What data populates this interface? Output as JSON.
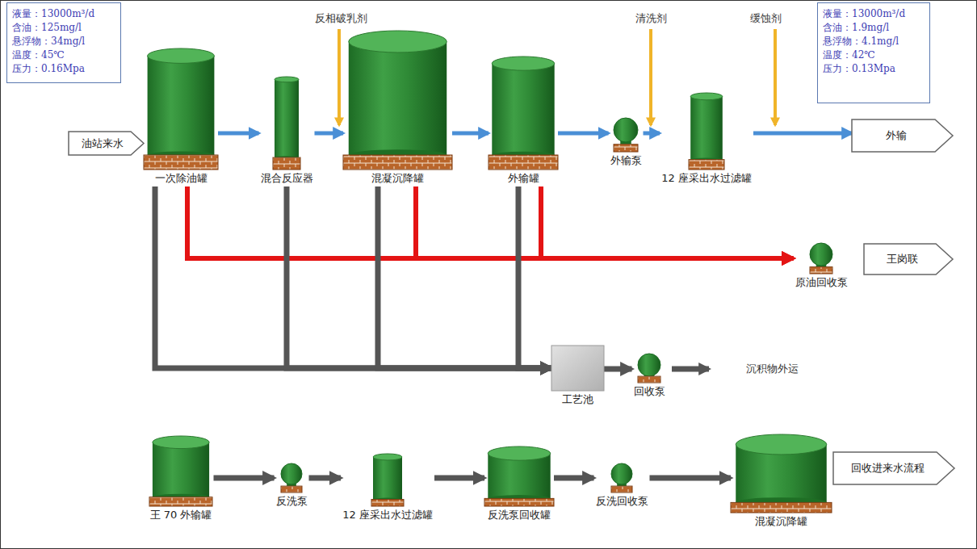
{
  "diagram": {
    "nodes": [
      {
        "text": [
          "液量：13000m³/d",
          "含油：125mg/l",
          "悬浮物：34mg/l",
          "温度：45℃",
          "压力：0.16Mpa"
        ]
      },
      {
        "text": [
          "油站来水"
        ]
      },
      {
        "text": [
          "一次除油罐"
        ]
      },
      {
        "text": [
          "混合反应器"
        ]
      },
      {
        "text": [
          "混凝沉降罐"
        ]
      },
      {
        "text": [
          "外输罐"
        ]
      },
      {
        "text": [
          "外输泵"
        ]
      },
      {
        "text": [
          "12 座采出水过滤罐"
        ]
      },
      {
        "text": [
          "液量：13000m³/d",
          "含油：1.9mg/l",
          "悬浮物：4.1mg/l",
          "温度：42℃",
          "压力：0.13Mpa"
        ]
      },
      {
        "text": [
          "外输"
        ]
      },
      {
        "text": [
          "原油回收泵"
        ]
      },
      {
        "text": [
          "王岗联"
        ]
      },
      {
        "text": [
          "工艺池"
        ]
      },
      {
        "text": [
          "回收泵"
        ]
      },
      {
        "text": [
          "王 70 外输罐"
        ]
      },
      {
        "text": [
          "反洗泵"
        ]
      },
      {
        "text": [
          "12 座采出水过滤罐"
        ]
      },
      {
        "text": [
          "反洗泵回收罐"
        ]
      },
      {
        "text": [
          "反洗回收泵"
        ]
      },
      {
        "text": [
          "混凝沉降罐"
        ]
      },
      {
        "text": [
          "回收进来水流程"
        ]
      }
    ],
    "edges": [
      {
        "from": 2,
        "to": 3,
        "arrow": "to"
      },
      {
        "from": 3,
        "to": 4,
        "arrow": "to"
      },
      {
        "from": 4,
        "to": 5,
        "arrow": "to"
      },
      {
        "from": 5,
        "to": 6,
        "arrow": "to"
      },
      {
        "from": 6,
        "to": 7,
        "arrow": "to"
      },
      {
        "from": 7,
        "to": 9,
        "arrow": "to"
      },
      {
        "from": 2,
        "to": 10,
        "arrow": "to"
      },
      {
        "from": 4,
        "to": 10,
        "arrow": "to"
      },
      {
        "from": 5,
        "to": 10,
        "arrow": "to"
      },
      {
        "from": 2,
        "to": 12,
        "arrow": "to"
      },
      {
        "from": 3,
        "to": 12,
        "arrow": "to"
      },
      {
        "from": 4,
        "to": 12,
        "arrow": "to"
      },
      {
        "from": 5,
        "to": 12,
        "arrow": "to"
      },
      {
        "from": 12,
        "to": 13,
        "arrow": "to"
      },
      {
        "from": 14,
        "to": 15,
        "arrow": "to"
      },
      {
        "from": 15,
        "to": 16,
        "arrow": "to"
      },
      {
        "from": 16,
        "to": 17,
        "arrow": "to"
      },
      {
        "from": 17,
        "to": 18,
        "arrow": "to"
      },
      {
        "from": 18,
        "to": 19,
        "arrow": "to"
      }
    ],
    "labels": [
      "反相破乳剂",
      "清洗剂",
      "缓蚀剂",
      "沉积物外运"
    ]
  }
}
